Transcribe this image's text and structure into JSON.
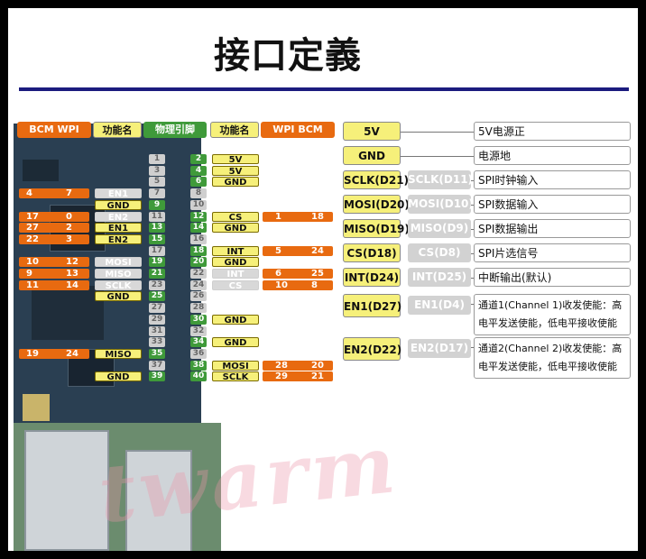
{
  "title": "接口定義",
  "headers": {
    "bcm_wpi_left": "BCM  WPI",
    "func_left": "功能名",
    "physical": "物理引脚",
    "func_right": "功能名",
    "wpi_bcm_right": "WPI  BCM"
  },
  "colors": {
    "orange": "#e86a10",
    "yellow": "#f6f07a",
    "green": "#3f9a3a",
    "navy": "#1b1b7e"
  },
  "pins": [
    {
      "l": 1,
      "r": 2,
      "rlab": "5V"
    },
    {
      "l": 3,
      "r": 4,
      "rlab": "5V"
    },
    {
      "l": 5,
      "r": 6,
      "rlab": "GND"
    },
    {
      "l": 7,
      "r": 8,
      "llab": "EN1",
      "ghostL": true,
      "bcm": "4",
      "wpi": "7"
    },
    {
      "l": 9,
      "r": 10,
      "llab": "GND"
    },
    {
      "l": 11,
      "r": 12,
      "llab": "EN2",
      "ghostL": true,
      "rlab": "CS",
      "bcm": "17",
      "wpi": "0",
      "rwpi": "1",
      "rbcm": "18"
    },
    {
      "l": 13,
      "r": 14,
      "llab": "EN1",
      "rlab": "GND",
      "bcm": "27",
      "wpi": "2"
    },
    {
      "l": 15,
      "r": 16,
      "llab": "EN2",
      "bcm": "22",
      "wpi": "3"
    },
    {
      "l": 17,
      "r": 18,
      "rlab": "INT",
      "rwpi": "5",
      "rbcm": "24"
    },
    {
      "l": 19,
      "r": 20,
      "llab": "MOSI",
      "ghostL": true,
      "rlab": "GND",
      "bcm": "10",
      "wpi": "12"
    },
    {
      "l": 21,
      "r": 22,
      "llab": "MISO",
      "ghostL": true,
      "rlab": "INT",
      "ghostR": true,
      "bcm": "9",
      "wpi": "13",
      "rwpi": "6",
      "rbcm": "25"
    },
    {
      "l": 23,
      "r": 24,
      "llab": "SCLK",
      "ghostL": true,
      "rlab": "CS",
      "ghostR": true,
      "bcm": "11",
      "wpi": "14",
      "rwpi": "10",
      "rbcm": "8"
    },
    {
      "l": 25,
      "r": 26,
      "llab": "GND"
    },
    {
      "l": 27,
      "r": 28
    },
    {
      "l": 29,
      "r": 30,
      "rlab": "GND"
    },
    {
      "l": 31,
      "r": 32
    },
    {
      "l": 33,
      "r": 34,
      "rlab": "GND"
    },
    {
      "l": 35,
      "r": 36,
      "llab": "MISO",
      "bcm": "19",
      "wpi": "24"
    },
    {
      "l": 37,
      "r": 38,
      "rlab": "MOSI",
      "rwpi": "28",
      "rbcm": "20"
    },
    {
      "l": 39,
      "r": 40,
      "llab": "GND",
      "rlab": "SCLK",
      "rwpi": "29",
      "rbcm": "21"
    }
  ],
  "legend": [
    {
      "key": "5V",
      "desc": "5V电源正"
    },
    {
      "key": "GND",
      "desc": "电源地"
    },
    {
      "key": "SCLK(D21)",
      "alt": "SCLK(D11)",
      "desc": "SPI时钟输入"
    },
    {
      "key": "MOSI(D20)",
      "alt": "MOSI(D10)",
      "desc": "SPI数据输入"
    },
    {
      "key": "MISO(D19)",
      "alt": "MISO(D9)",
      "desc": "SPI数据输出"
    },
    {
      "key": "CS(D18)",
      "alt": "CS(D8)",
      "desc": "SPI片选信号"
    },
    {
      "key": "INT(D24)",
      "alt": "INT(D25)",
      "desc": "中断输出(默认)"
    },
    {
      "key": "EN1(D27)",
      "alt": "EN1(D4)",
      "desc": "通道1(Channel 1)收发使能：高电平发送使能，低电平接收使能"
    },
    {
      "key": "EN2(D22)",
      "alt": "EN2(D17)",
      "desc": "通道2(Channel 2)收发使能：高电平发送使能，低电平接收使能"
    }
  ],
  "watermark": "twarm"
}
